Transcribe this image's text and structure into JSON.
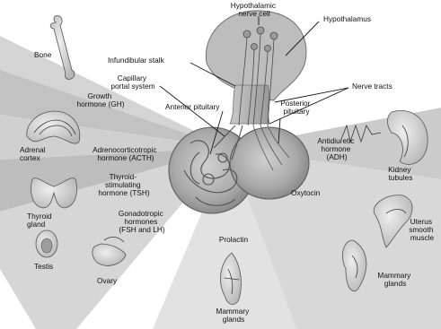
{
  "labels": {
    "hypothalamic_nerve_cell": [
      "Hypothalamic",
      "nerve cell"
    ],
    "hypothalamus": "Hypothalamus",
    "infundibular_stalk": "Infundibular stalk",
    "capillary_portal_system": [
      "Capillary",
      "portal system"
    ],
    "nerve_tracts": "Nerve tracts",
    "anterior_pituitary": "Anterior pituitary",
    "posterior_pituitary": [
      "Posterior",
      "pituitary"
    ],
    "bone": "Bone",
    "growth_hormone": [
      "Growth",
      "hormone (GH)"
    ],
    "adrenal_cortex": [
      "Adrenal",
      "cortex"
    ],
    "acth": [
      "Adrenocorticotropic",
      "hormone (ACTH)"
    ],
    "antidiuretic_hormone": [
      "Antidiuretic",
      "hormone",
      "(ADH)"
    ],
    "kidney_tubules": [
      "Kidney",
      "tubules"
    ],
    "tsh": [
      "Thyroid-",
      "stimulating",
      "hormone (TSH)"
    ],
    "thyroid_gland": [
      "Thyroid",
      "gland"
    ],
    "oxytocin": "Oxytocin",
    "gonadotropic": [
      "Gonadotropic",
      "hormones",
      "(FSH and LH)"
    ],
    "testis": "Testis",
    "ovary": "Ovary",
    "prolactin": "Prolactin",
    "uterus_smooth_muscle": [
      "Uterus",
      "smooth",
      "muscle"
    ],
    "mammary_glands_right": [
      "Mammary",
      "glands"
    ],
    "mammary_glands_bottom": [
      "Mammary",
      "glands"
    ]
  },
  "colors": {
    "gland": "#a9a9a9",
    "gland_dark": "#6e6e6e",
    "organ": "#d2d2d2",
    "wedge_dark": "#b8b8b8",
    "wedge_light": "#d9d9d9",
    "wedge_lighter": "#e6e6e6"
  }
}
